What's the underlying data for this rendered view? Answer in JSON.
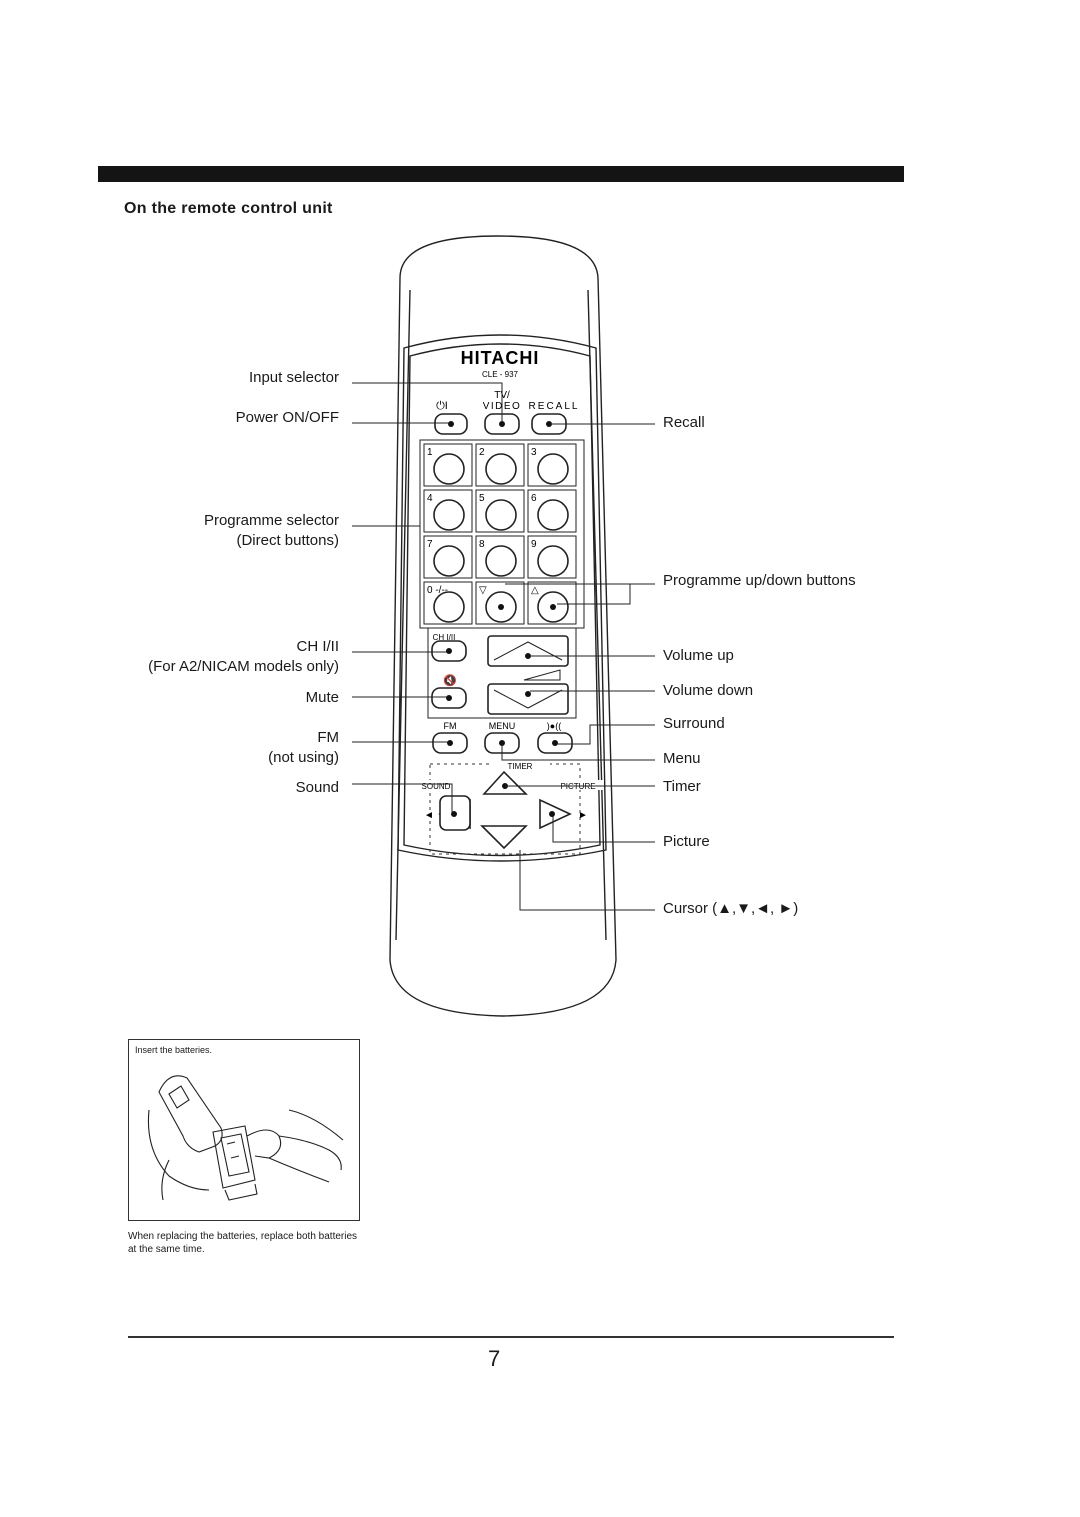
{
  "section_title": "On the remote control unit",
  "remote": {
    "brand": "HITACHI",
    "model": "CLE - 937",
    "power_symbol": "⏻I",
    "tv_video_top": "TV/",
    "tv_video_bottom": "VIDEO",
    "recall_label": "RECALL",
    "digits": [
      "1",
      "2",
      "3",
      "4",
      "5",
      "6",
      "7",
      "8",
      "9"
    ],
    "zero_label": "0 -/--",
    "down_symbol": "▽",
    "up_symbol": "△",
    "ch_label": "CH I/II",
    "mute_symbol": "🔇",
    "fm_label": "FM",
    "menu_label": "MENU",
    "surround_symbol": ")●((",
    "timer_label": "TIMER",
    "sound_label": "SOUND",
    "picture_label": "PICTURE"
  },
  "left_labels": {
    "input_selector": "Input selector",
    "power": "Power ON/OFF",
    "programme_selector": "Programme selector",
    "direct_buttons": "(Direct buttons)",
    "ch": "CH I/II",
    "ch_note": "(For A2/NICAM models only)",
    "mute": "Mute",
    "fm": "FM",
    "fm_note": "(not using)",
    "sound": "Sound"
  },
  "right_labels": {
    "recall": "Recall",
    "programme_updown": "Programme up/down buttons",
    "volume_up": "Volume up",
    "volume_down": "Volume down",
    "surround": "Surround",
    "menu": "Menu",
    "timer": "Timer",
    "picture": "Picture",
    "cursor": "Cursor (▲,▼,◄, ►)"
  },
  "battery": {
    "caption": "Insert the batteries.",
    "note": "When replacing the batteries, replace both batteries at the same time."
  },
  "page_number": "7"
}
